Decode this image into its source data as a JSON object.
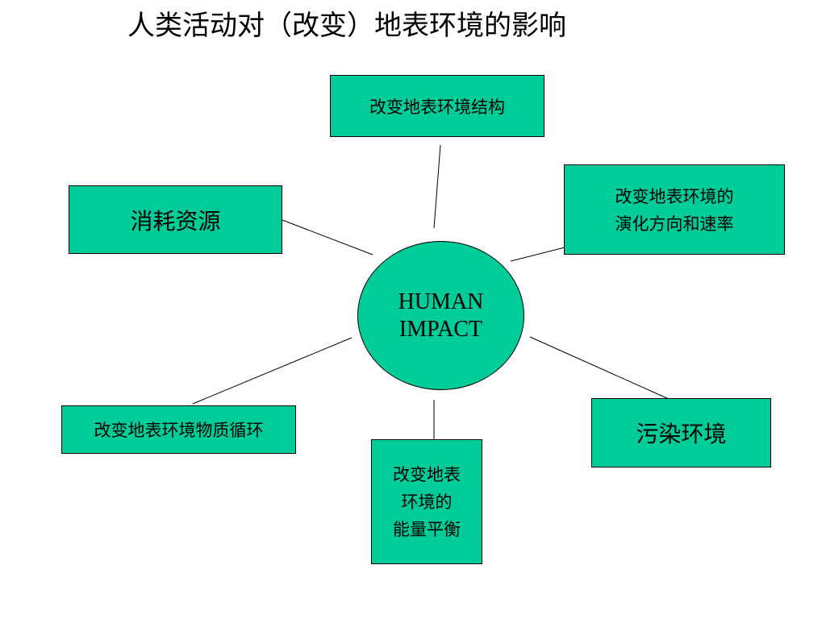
{
  "title": "人类活动对（改变）地表环境的影响",
  "center": {
    "line1": "HUMAN",
    "line2": "IMPACT"
  },
  "nodes": {
    "structure": "改变地表环境结构",
    "evolution": {
      "line1": "改变地表环境的",
      "line2": "演化方向和速率"
    },
    "resources": "消耗资源",
    "material_cycle": "改变地表环境物质循环",
    "energy_balance": {
      "line1": "改变地表",
      "line2": "环境的",
      "line3": "能量平衡"
    },
    "pollution": "污染环境"
  },
  "colors": {
    "node_fill": "#00cc99",
    "border": "#000000",
    "background": "#ffffff"
  }
}
